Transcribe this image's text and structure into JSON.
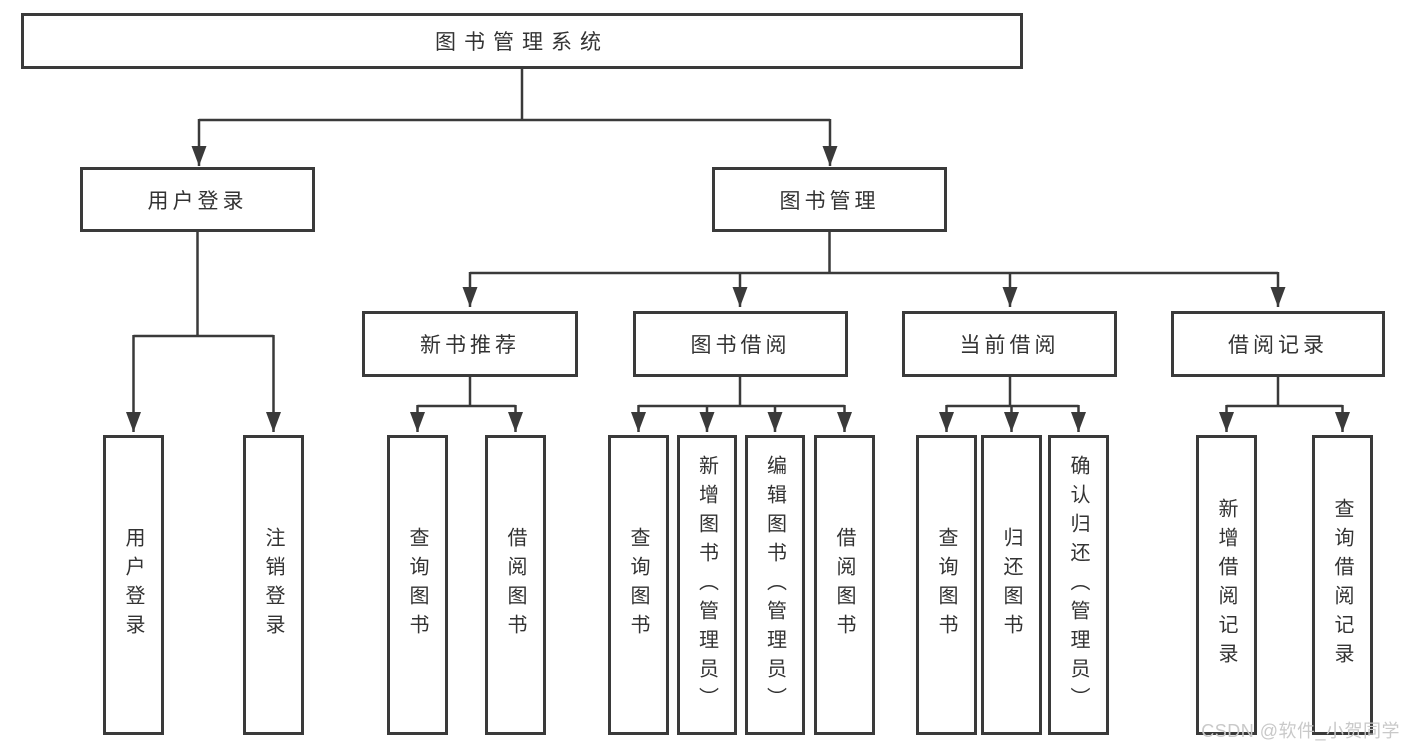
{
  "tree": {
    "root": "图书管理系统",
    "level2": {
      "user": "用户登录",
      "book": "图书管理"
    },
    "level3": {
      "recommend": "新书推荐",
      "borrow": "图书借阅",
      "current": "当前借阅",
      "records": "借阅记录"
    },
    "leaves": {
      "user": [
        "用户登录",
        "注销登录"
      ],
      "recommend": [
        "查询图书",
        "借阅图书"
      ],
      "borrow": [
        "查询图书",
        "新增图书（管理员）",
        "编辑图书（管理员）",
        "借阅图书"
      ],
      "current": [
        "查询图书",
        "归还图书",
        "确认归还（管理员）"
      ],
      "records": [
        "新增借阅记录",
        "查询借阅记录"
      ]
    }
  },
  "watermark": "CSDN @软件_小贺同学",
  "colors": {
    "line": "#3a3a3a",
    "text": "#333333",
    "watermark": "#c9c9c9",
    "background": "#ffffff"
  }
}
